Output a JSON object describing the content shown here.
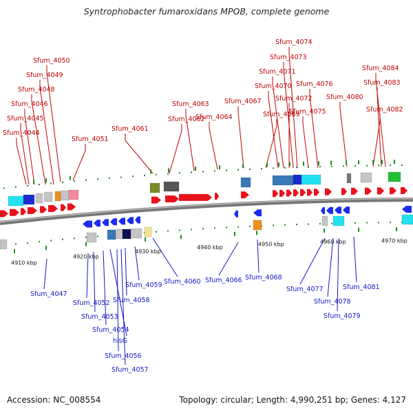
{
  "title": "Syntrophobacter fumaroxidans MPOB, complete genome",
  "footer": {
    "accession": "Accession: NC_008554",
    "topology": "Topology: circular; Length: 4,990,251 bp; Genes: 4,127"
  },
  "colors": {
    "forward_strand": "#e8121b",
    "reverse_strand": "#1a2cf0",
    "label_forward": "#c00000",
    "label_reverse": "#1515c8",
    "backbone": "#555555",
    "tick": "#1e8a1e",
    "cog_cyan": "#22e0f0",
    "cog_blue": "#1a2cd0",
    "cog_steelblue": "#3a78b8",
    "cog_gray": "#777777",
    "cog_darkgray": "#555555",
    "cog_silver": "#c4c4c4",
    "cog_pink": "#f08a9a",
    "cog_orange": "#f0901a",
    "cog_olive": "#7a8a2a",
    "cog_green": "#22c036",
    "cog_navy": "#101050",
    "cog_yellow": "#f0e090"
  },
  "kbp_labels": [
    "4910 kbp",
    "4920 kbp",
    "4930 kbp",
    "4940 kbp",
    "4950 kbp",
    "4960 kbp",
    "4970 kbp"
  ],
  "genes_top": [
    "Sfum_4044",
    "Sfum_4045",
    "Sfum_4046",
    "Sfum_4048",
    "Sfum_4049",
    "Sfum_4050",
    "Sfum_4051",
    "Sfum_4061",
    "Sfum_4062",
    "Sfum_4063",
    "Sfum_4064",
    "Sfum_4067",
    "Sfum_4069",
    "Sfum_4070",
    "Sfum_4071",
    "Sfum_4072",
    "Sfum_4073",
    "Sfum_4074",
    "Sfum_4075",
    "Sfum_4076",
    "Sfum_4080",
    "Sfum_4082",
    "Sfum_4083",
    "Sfum_4084"
  ],
  "genes_bottom": [
    "Sfum_4047",
    "Sfum_4052",
    "Sfum_4053",
    "Sfum_4054",
    "hisG",
    "Sfum_4056",
    "Sfum_4057",
    "Sfum_4058",
    "Sfum_4059",
    "Sfum_4060",
    "Sfum_4066",
    "Sfum_4068",
    "Sfum_4077",
    "Sfum_4078",
    "Sfum_4079",
    "Sfum_4081"
  ]
}
